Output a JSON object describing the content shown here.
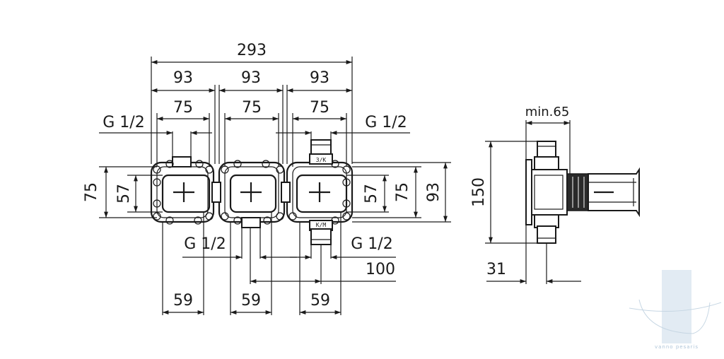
{
  "front_view": {
    "overall_width": "293",
    "module_width": "93",
    "box_width": "75",
    "thread_left_top": "G 1/2",
    "thread_right_top": "G 1/2",
    "thread_left_bottom": "G 1/2",
    "thread_right_bottom": "G 1/2",
    "box_height_left": "75",
    "inner_height_left": "57",
    "inner_height_right": "57",
    "box_height_right": "75",
    "overall_height": "93",
    "port_spacing": "100",
    "port_offset": "59",
    "mark_top": "3/K",
    "mark_bottom": "K/M"
  },
  "side_view": {
    "min_depth": "min.65",
    "height": "150",
    "offset": "31"
  },
  "watermark": {
    "text": "vanno pesaris"
  }
}
